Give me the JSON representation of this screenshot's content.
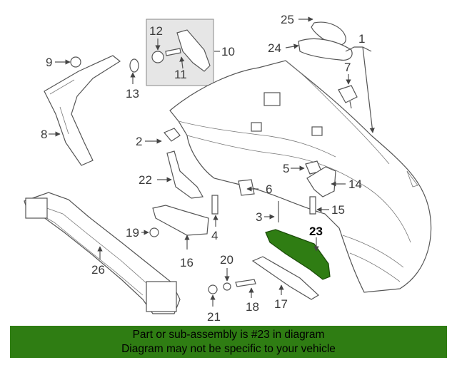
{
  "callouts": [
    {
      "id": "1",
      "label": "1"
    },
    {
      "id": "2",
      "label": "2"
    },
    {
      "id": "3",
      "label": "3"
    },
    {
      "id": "4",
      "label": "4"
    },
    {
      "id": "5",
      "label": "5"
    },
    {
      "id": "6",
      "label": "6"
    },
    {
      "id": "7",
      "label": "7"
    },
    {
      "id": "8",
      "label": "8"
    },
    {
      "id": "9",
      "label": "9"
    },
    {
      "id": "10",
      "label": "10"
    },
    {
      "id": "11",
      "label": "11"
    },
    {
      "id": "12",
      "label": "12"
    },
    {
      "id": "13",
      "label": "13"
    },
    {
      "id": "14",
      "label": "14"
    },
    {
      "id": "15",
      "label": "15"
    },
    {
      "id": "16",
      "label": "16"
    },
    {
      "id": "17",
      "label": "17"
    },
    {
      "id": "18",
      "label": "18"
    },
    {
      "id": "19",
      "label": "19"
    },
    {
      "id": "20",
      "label": "20"
    },
    {
      "id": "21",
      "label": "21"
    },
    {
      "id": "22",
      "label": "22"
    },
    {
      "id": "23",
      "label": "23"
    },
    {
      "id": "24",
      "label": "24"
    },
    {
      "id": "25",
      "label": "25"
    },
    {
      "id": "26",
      "label": "26"
    }
  ],
  "highlighted_part": "23",
  "colors": {
    "highlight": "#2f7d13",
    "banner": "#2f7d13",
    "line": "#555555",
    "group_box": "#e6e6e6"
  },
  "banner": {
    "line1": "Part or sub-assembly is #23 in diagram",
    "line2": "Diagram may not be specific to your vehicle"
  }
}
